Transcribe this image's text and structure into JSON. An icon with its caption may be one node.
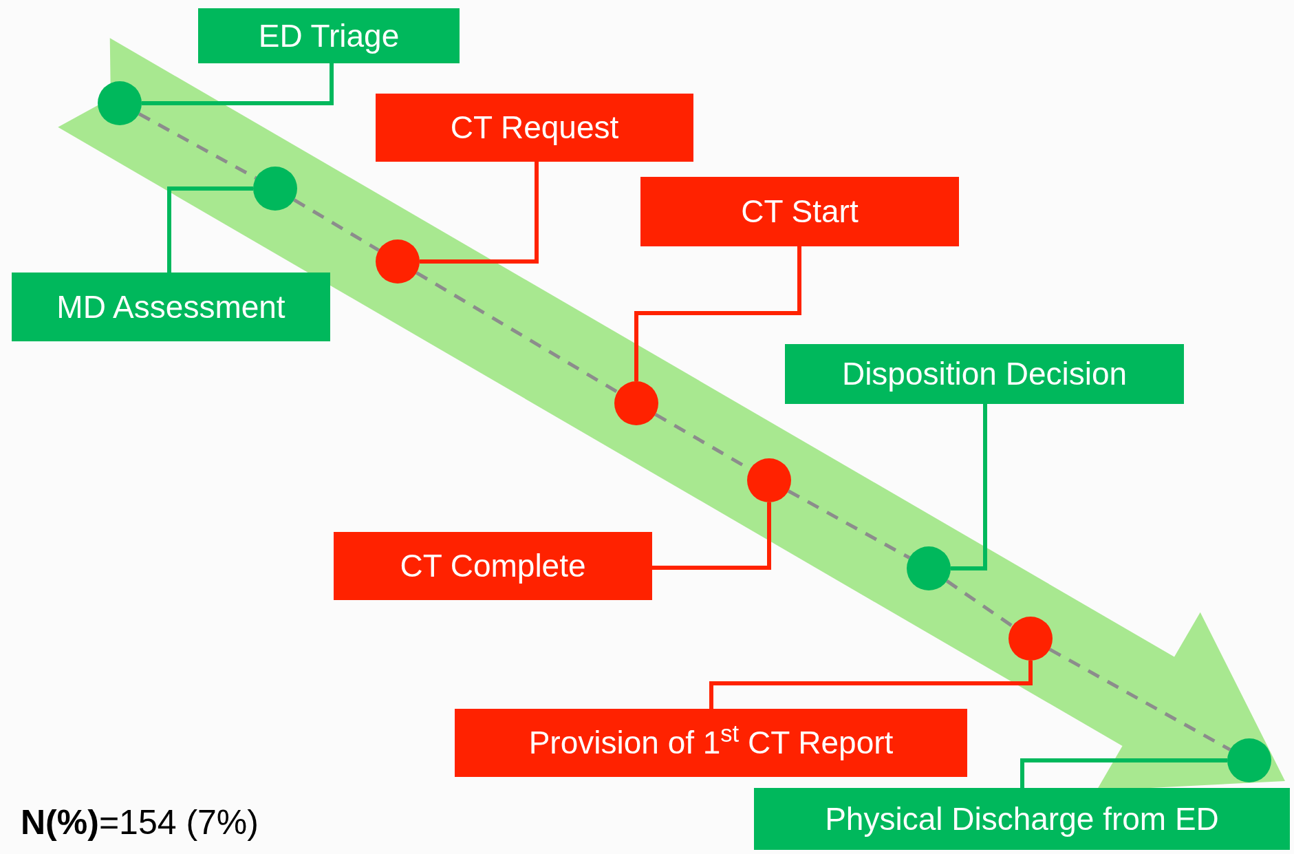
{
  "diagram": {
    "nodes": [
      {
        "text": [
          "ED Triage"
        ]
      },
      {
        "text": [],
        "shape": "circle"
      },
      {
        "text": [
          "MD Assessment"
        ]
      },
      {
        "text": [],
        "shape": "circle"
      },
      {
        "text": [
          "CT Request"
        ]
      },
      {
        "text": [],
        "shape": "circle"
      },
      {
        "text": [
          "CT Start"
        ]
      },
      {
        "text": [],
        "shape": "circle"
      },
      {
        "text": [
          "CT Complete"
        ]
      },
      {
        "text": [],
        "shape": "circle"
      },
      {
        "text": [
          "Disposition Decision"
        ]
      },
      {
        "text": [],
        "shape": "circle"
      },
      {
        "text": [
          "Provision of 1$^{st}$ CT Report"
        ]
      },
      {
        "text": [],
        "shape": "circle"
      },
      {
        "text": [
          "Physical Discharge from ED"
        ]
      },
      {
        "text": [],
        "shape": "circle"
      }
    ],
    "edges": [
      {
        "from": 0,
        "to": 1,
        "arrow": "none",
        "color": "#00b85c"
      },
      {
        "from": 2,
        "to": 3,
        "arrow": "none",
        "color": "#00b85c"
      },
      {
        "from": 4,
        "to": 5,
        "arrow": "none",
        "color": "#ff2200"
      },
      {
        "from": 6,
        "to": 7,
        "arrow": "none",
        "color": "#ff2200"
      },
      {
        "from": 8,
        "to": 9,
        "arrow": "none",
        "color": "#ff2200"
      },
      {
        "from": 10,
        "to": 11,
        "arrow": "none",
        "color": "#00b85c"
      },
      {
        "from": 12,
        "to": 13,
        "arrow": "none",
        "color": "#ff2200"
      },
      {
        "from": 14,
        "to": 15,
        "arrow": "none",
        "color": "#00b85c"
      },
      {
        "from": 1,
        "to": 3,
        "arrow": "none",
        "style": "dashed"
      },
      {
        "from": 3,
        "to": 5,
        "arrow": "none",
        "style": "dashed"
      },
      {
        "from": 5,
        "to": 7,
        "arrow": "none",
        "style": "dashed"
      },
      {
        "from": 7,
        "to": 9,
        "arrow": "none",
        "style": "dashed"
      },
      {
        "from": 9,
        "to": 11,
        "arrow": "none",
        "style": "dashed"
      },
      {
        "from": 11,
        "to": 13,
        "arrow": "none",
        "style": "dashed"
      },
      {
        "from": 13,
        "to": 15,
        "arrow": "none",
        "style": "dashed"
      }
    ],
    "labels": [
      "**N(%)**=154 (7%)"
    ]
  }
}
